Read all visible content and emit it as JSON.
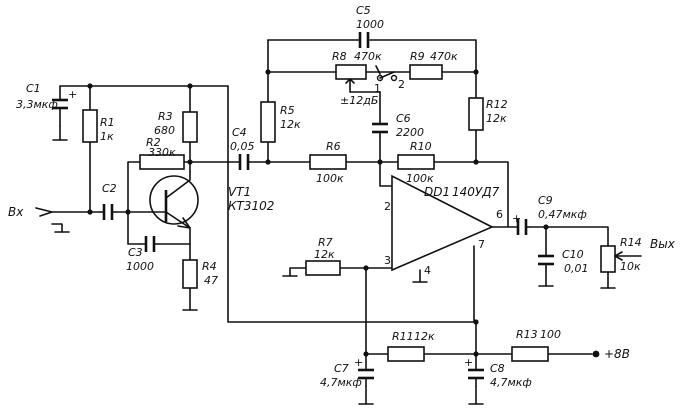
{
  "components": {
    "c1": {
      "ref": "C1",
      "value": "3,3мкф"
    },
    "r1": {
      "ref": "R1",
      "value": "1к"
    },
    "r2": {
      "ref": "R2",
      "value": "330к"
    },
    "r3": {
      "ref": "R3",
      "value": "680"
    },
    "c2": {
      "ref": "C2"
    },
    "c3": {
      "ref": "C3",
      "value": "1000"
    },
    "r4": {
      "ref": "R4",
      "value": "47"
    },
    "vt1": {
      "ref": "VT1",
      "value": "КТ3102"
    },
    "c4": {
      "ref": "C4",
      "value": "0,05"
    },
    "c5": {
      "ref": "C5",
      "value": "1000"
    },
    "r8": {
      "ref": "R8",
      "value": "470к"
    },
    "r9": {
      "ref": "R9",
      "value": "470к"
    },
    "r5": {
      "ref": "R5",
      "value": "12к"
    },
    "r12": {
      "ref": "R12",
      "value": "12к"
    },
    "c6": {
      "ref": "C6",
      "value": "2200"
    },
    "r6": {
      "ref": "R6",
      "value": "100к"
    },
    "r10": {
      "ref": "R10",
      "value": "100к"
    },
    "dd1": {
      "ref": "DD1",
      "value": "140УД7"
    },
    "r7": {
      "ref": "R7",
      "value": "12к"
    },
    "c9": {
      "ref": "C9",
      "value": "0,47мкф"
    },
    "c10": {
      "ref": "C10",
      "value": "0,01"
    },
    "r14": {
      "ref": "R14",
      "value": "10к"
    },
    "r11": {
      "ref": "R11",
      "value": "12к"
    },
    "r13": {
      "ref": "R13",
      "value": "100"
    },
    "c7": {
      "ref": "C7",
      "value": "4,7мкф"
    },
    "c8": {
      "ref": "C8",
      "value": "4,7мкф"
    }
  },
  "labels": {
    "input": "Вх",
    "output": "Вых",
    "supply": "+8В",
    "tone_range": "±12дБ",
    "plus": "+",
    "switch_pos_1": "1",
    "switch_pos_2": "2"
  },
  "pins": {
    "p2": "2",
    "p3": "3",
    "p4": "4",
    "p6": "6",
    "p7": "7"
  }
}
